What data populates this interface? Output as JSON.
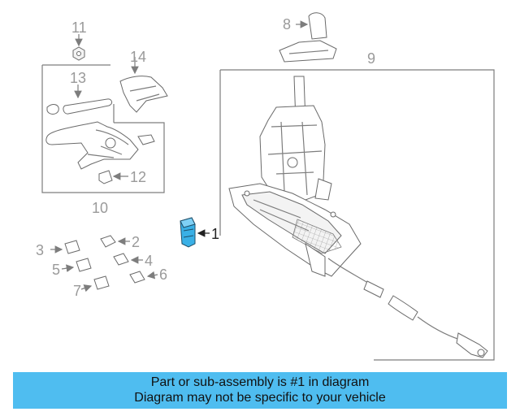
{
  "callouts": {
    "c1": "1",
    "c2": "2",
    "c3": "3",
    "c4": "4",
    "c5": "5",
    "c6": "6",
    "c7": "7",
    "c8": "8",
    "c9": "9",
    "c10": "10",
    "c11": "11",
    "c12": "12",
    "c13": "13",
    "c14": "14"
  },
  "banner": {
    "line1": "Part or sub-assembly is #1 in diagram",
    "line2": "Diagram may not be specific to your vehicle"
  },
  "colors": {
    "banner_bg": "#4fbdf0",
    "highlight_part": "#3ab0e6"
  }
}
